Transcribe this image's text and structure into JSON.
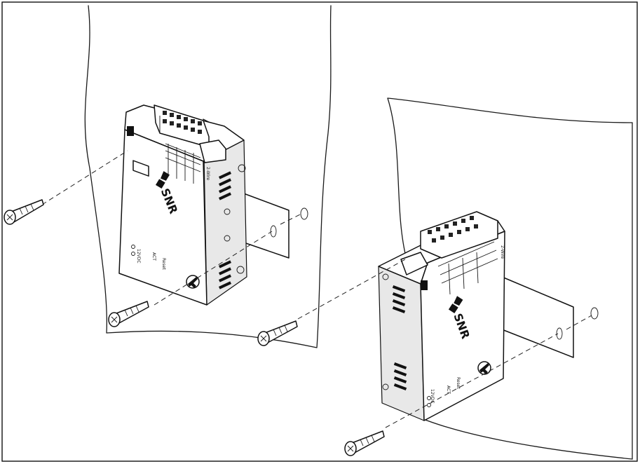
{
  "brand": {
    "logo_text": "SNR"
  },
  "device_labels": {
    "power": "12VDC",
    "act": "ACT",
    "reset": "Reset",
    "rs485": "2-Wire"
  }
}
